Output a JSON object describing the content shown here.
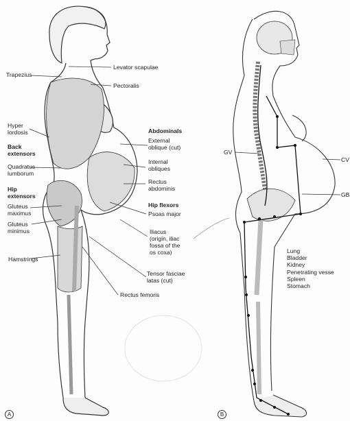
{
  "panel_a": {
    "marker": "A",
    "labels": {
      "trapezius": "Trapezius",
      "levator_scapulae": "Levator scapulae",
      "pectoralis": "Pectoralis",
      "hyper_lordosis": "Hyper\nlordosis",
      "back_extensors": "Back\nextensors",
      "quadratus_lumborum": "Quadratus\nlumborum",
      "hip_extensors": "Hip\nextensors",
      "gluteus_maximus": "Gluteus\nmaximus",
      "gluteus_minimus": "Gluteus\nminimus",
      "hamstrings": "Hamstrings",
      "abdominals": "Abdominals",
      "external_oblique": "External\noblique (cut)",
      "internal_obliques": "Internal\nobliques",
      "rectus_abdominis": "Rectus\nabdominis",
      "hip_flexors": "Hip flexors",
      "psoas_major": "Psoas major",
      "iliacus": "Iliacus\n(origin, iliac\nfossa of the\nos coxa)",
      "tensor_fasciae": "Tensor fasciae\nlatas (cut)",
      "rectus_femoris": "Rectus femoris"
    }
  },
  "panel_b": {
    "marker": "B",
    "labels": {
      "gv": "GV",
      "cv": "CV",
      "gb": "GB"
    },
    "organs": [
      "Lung",
      "Bladder",
      "Kidney",
      "Penetrating vesse",
      "Spleen",
      "Stomach"
    ]
  },
  "colors": {
    "line": "#333333",
    "muscle": "#cfcfcf",
    "bone": "#e6e6e6",
    "meridian": "#1a1a1a"
  }
}
